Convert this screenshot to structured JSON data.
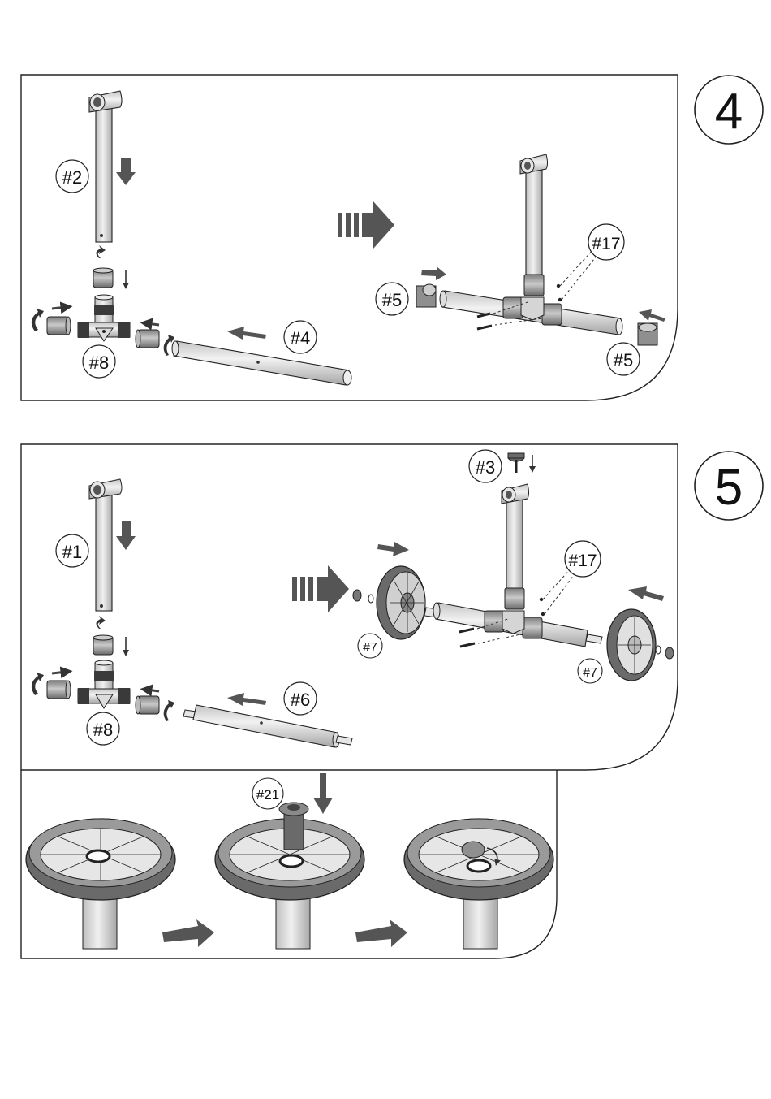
{
  "steps": [
    {
      "number": "4",
      "labels": {
        "vertical_pole": "#2",
        "t_connector": "#8",
        "horizontal_tube": "#4",
        "screws": "#17",
        "end_cap_left": "#5",
        "end_cap_right": "#5"
      }
    },
    {
      "number": "5",
      "labels": {
        "vertical_pole": "#1",
        "t_connector": "#8",
        "axle_tube": "#6",
        "knob": "#3",
        "screws": "#17",
        "wheel_left": "#7",
        "wheel_right": "#7",
        "hub_tool": "#21"
      }
    }
  ],
  "colors": {
    "line": "#222222",
    "tube_fill": "#d9d9d9",
    "part_fill": "#9a9a9a",
    "dark_fill": "#5a5a5a",
    "arrow_fill": "#555555"
  }
}
